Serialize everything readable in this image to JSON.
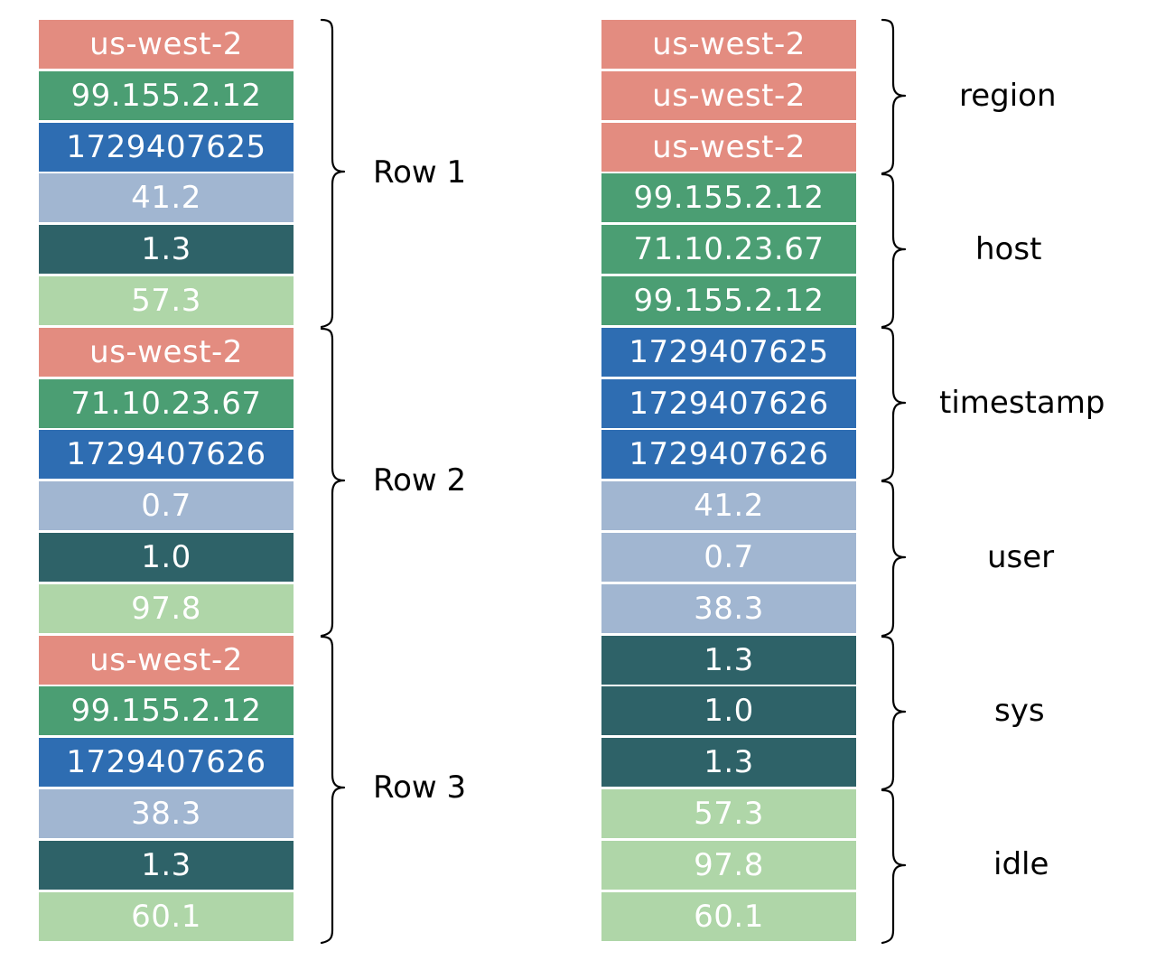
{
  "colors": {
    "region": "#e38c80",
    "host": "#4b9e73",
    "timestamp": "#2e6db2",
    "user": "#a1b6d1",
    "sys": "#2e6268",
    "idle": "#afd6a8"
  },
  "row_layout": {
    "rows": [
      {
        "label": "Row 1",
        "cells": [
          {
            "field": "region",
            "value": "us-west-2"
          },
          {
            "field": "host",
            "value": "99.155.2.12"
          },
          {
            "field": "timestamp",
            "value": "1729407625"
          },
          {
            "field": "user",
            "value": "41.2"
          },
          {
            "field": "sys",
            "value": "1.3"
          },
          {
            "field": "idle",
            "value": "57.3"
          }
        ]
      },
      {
        "label": "Row 2",
        "cells": [
          {
            "field": "region",
            "value": "us-west-2"
          },
          {
            "field": "host",
            "value": "71.10.23.67"
          },
          {
            "field": "timestamp",
            "value": "1729407626"
          },
          {
            "field": "user",
            "value": "0.7"
          },
          {
            "field": "sys",
            "value": "1.0"
          },
          {
            "field": "idle",
            "value": "97.8"
          }
        ]
      },
      {
        "label": "Row 3",
        "cells": [
          {
            "field": "region",
            "value": "us-west-2"
          },
          {
            "field": "host",
            "value": "99.155.2.12"
          },
          {
            "field": "timestamp",
            "value": "1729407626"
          },
          {
            "field": "user",
            "value": "38.3"
          },
          {
            "field": "sys",
            "value": "1.3"
          },
          {
            "field": "idle",
            "value": "60.1"
          }
        ]
      }
    ]
  },
  "column_layout": {
    "columns": [
      {
        "label": "region",
        "field": "region",
        "values": [
          "us-west-2",
          "us-west-2",
          "us-west-2"
        ]
      },
      {
        "label": "host",
        "field": "host",
        "values": [
          "99.155.2.12",
          "71.10.23.67",
          "99.155.2.12"
        ]
      },
      {
        "label": "timestamp",
        "field": "timestamp",
        "values": [
          "1729407625",
          "1729407626",
          "1729407626"
        ]
      },
      {
        "label": "user",
        "field": "user",
        "values": [
          "41.2",
          "0.7",
          "38.3"
        ]
      },
      {
        "label": "sys",
        "field": "sys",
        "values": [
          "1.3",
          "1.0",
          "1.3"
        ]
      },
      {
        "label": "idle",
        "field": "idle",
        "values": [
          "57.3",
          "97.8",
          "60.1"
        ]
      }
    ]
  }
}
